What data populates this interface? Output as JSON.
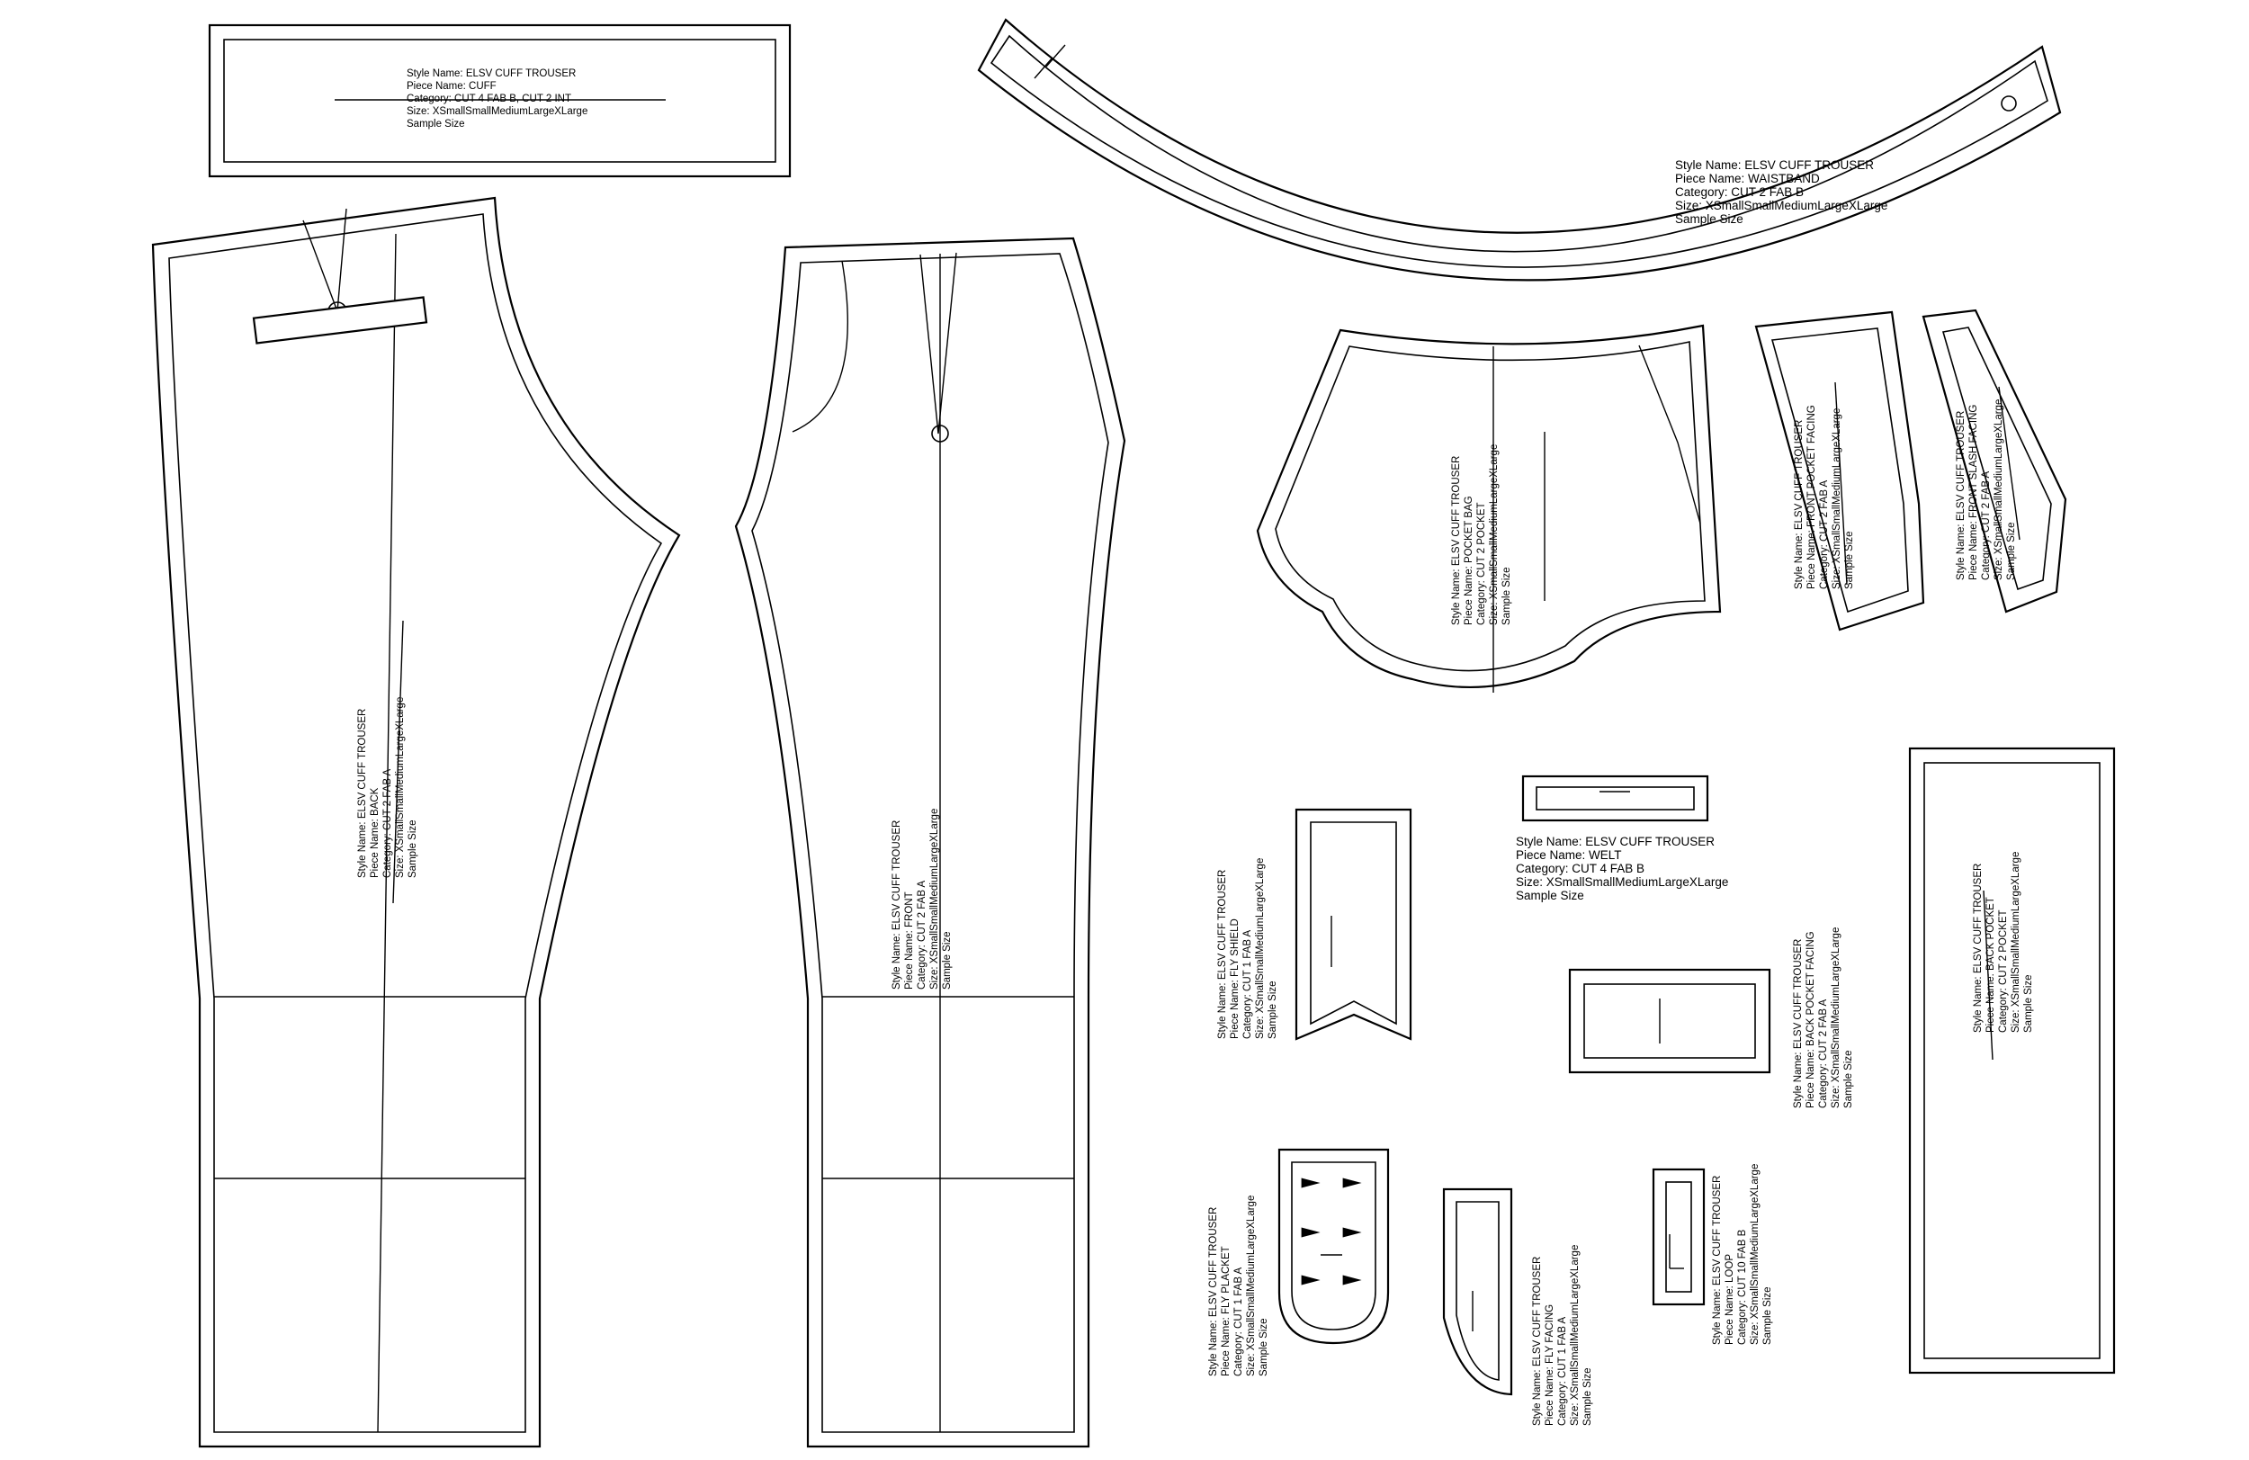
{
  "pieces": [
    {
      "id": "cuff",
      "lines": [
        "Style Name: ELSV CUFF TROUSER",
        "Piece Name: CUFF",
        "Category: CUT 4 FAB B, CUT 2 INT",
        "Size: XSmallSmallMediumLargeXLarge",
        "Sample Size"
      ]
    },
    {
      "id": "waistband",
      "lines": [
        "Style Name: ELSV CUFF TROUSER",
        "Piece Name: WAISTBAND",
        "Category: CUT 2 FAB B",
        "Size: XSmallSmallMediumLargeXLarge",
        "Sample Size"
      ]
    },
    {
      "id": "back",
      "lines": [
        "Style Name: ELSV CUFF TROUSER",
        "Piece Name: BACK",
        "Category: CUT 2 FAB A",
        "Size: XSmallSmallMediumLargeXLarge",
        "Sample Size"
      ]
    },
    {
      "id": "front",
      "lines": [
        "Style Name: ELSV CUFF TROUSER",
        "Piece Name: FRONT",
        "Category: CUT 2 FAB A",
        "Size: XSmallSmallMediumLargeXLarge",
        "Sample Size"
      ]
    },
    {
      "id": "pocket_bag",
      "lines": [
        "Style Name: ELSV CUFF TROUSER",
        "Piece Name: POCKET BAG",
        "Category: CUT 2 POCKET",
        "Size: XSmallSmallMediumLargeXLarge",
        "Sample Size"
      ]
    },
    {
      "id": "front_pocket_facing",
      "lines": [
        "Style Name: ELSV CUFF TROUSER",
        "Piece Name: FRONT POCKET FACING",
        "Category: CUT 2 FAB A",
        "Size: XSmallSmallMediumLargeXLarge",
        "Sample Size"
      ]
    },
    {
      "id": "front_slash_facing",
      "lines": [
        "Style Name: ELSV CUFF TROUSER",
        "Piece Name: FRONT SLASH FACING",
        "Category: CUT 2 FAB A",
        "Size: XSmallSmallMediumLargeXLarge",
        "Sample Size"
      ]
    },
    {
      "id": "welt",
      "lines": [
        "Style Name: ELSV CUFF TROUSER",
        "Piece Name: WELT",
        "Category: CUT 4 FAB B",
        "Size: XSmallSmallMediumLargeXLarge",
        "Sample Size"
      ]
    },
    {
      "id": "fly_shield",
      "lines": [
        "Style Name: ELSV CUFF TROUSER",
        "Piece Name: FLY SHIELD",
        "Category: CUT 1 FAB A",
        "Size: XSmallSmallMediumLargeXLarge",
        "Sample Size"
      ]
    },
    {
      "id": "back_pocket_facing",
      "lines": [
        "Style Name: ELSV CUFF TROUSER",
        "Piece Name: BACK POCKET FACING",
        "Category: CUT 2 FAB A",
        "Size: XSmallSmallMediumLargeXLarge",
        "Sample Size"
      ]
    },
    {
      "id": "back_pocket",
      "lines": [
        "Style Name: ELSV CUFF TROUSER",
        "Piece Name: BACK POCKET",
        "Category: CUT 2 POCKET",
        "Size: XSmallSmallMediumLargeXLarge",
        "Sample Size"
      ]
    },
    {
      "id": "fly_placket",
      "lines": [
        "Style Name: ELSV CUFF TROUSER",
        "Piece Name: FLY PLACKET",
        "Category: CUT 1 FAB A",
        "Size: XSmallSmallMediumLargeXLarge",
        "Sample Size"
      ]
    },
    {
      "id": "fly_facing",
      "lines": [
        "Style Name: ELSV CUFF TROUSER",
        "Piece Name: FLY FACING",
        "Category: CUT 1 FAB A",
        "Size: XSmallSmallMediumLargeXLarge",
        "Sample Size"
      ]
    },
    {
      "id": "loop",
      "lines": [
        "Style Name: ELSV CUFF TROUSER",
        "Piece Name: LOOP",
        "Category: CUT 10 FAB B",
        "Size: XSmallSmallMediumLargeXLarge",
        "Sample Size"
      ]
    }
  ]
}
